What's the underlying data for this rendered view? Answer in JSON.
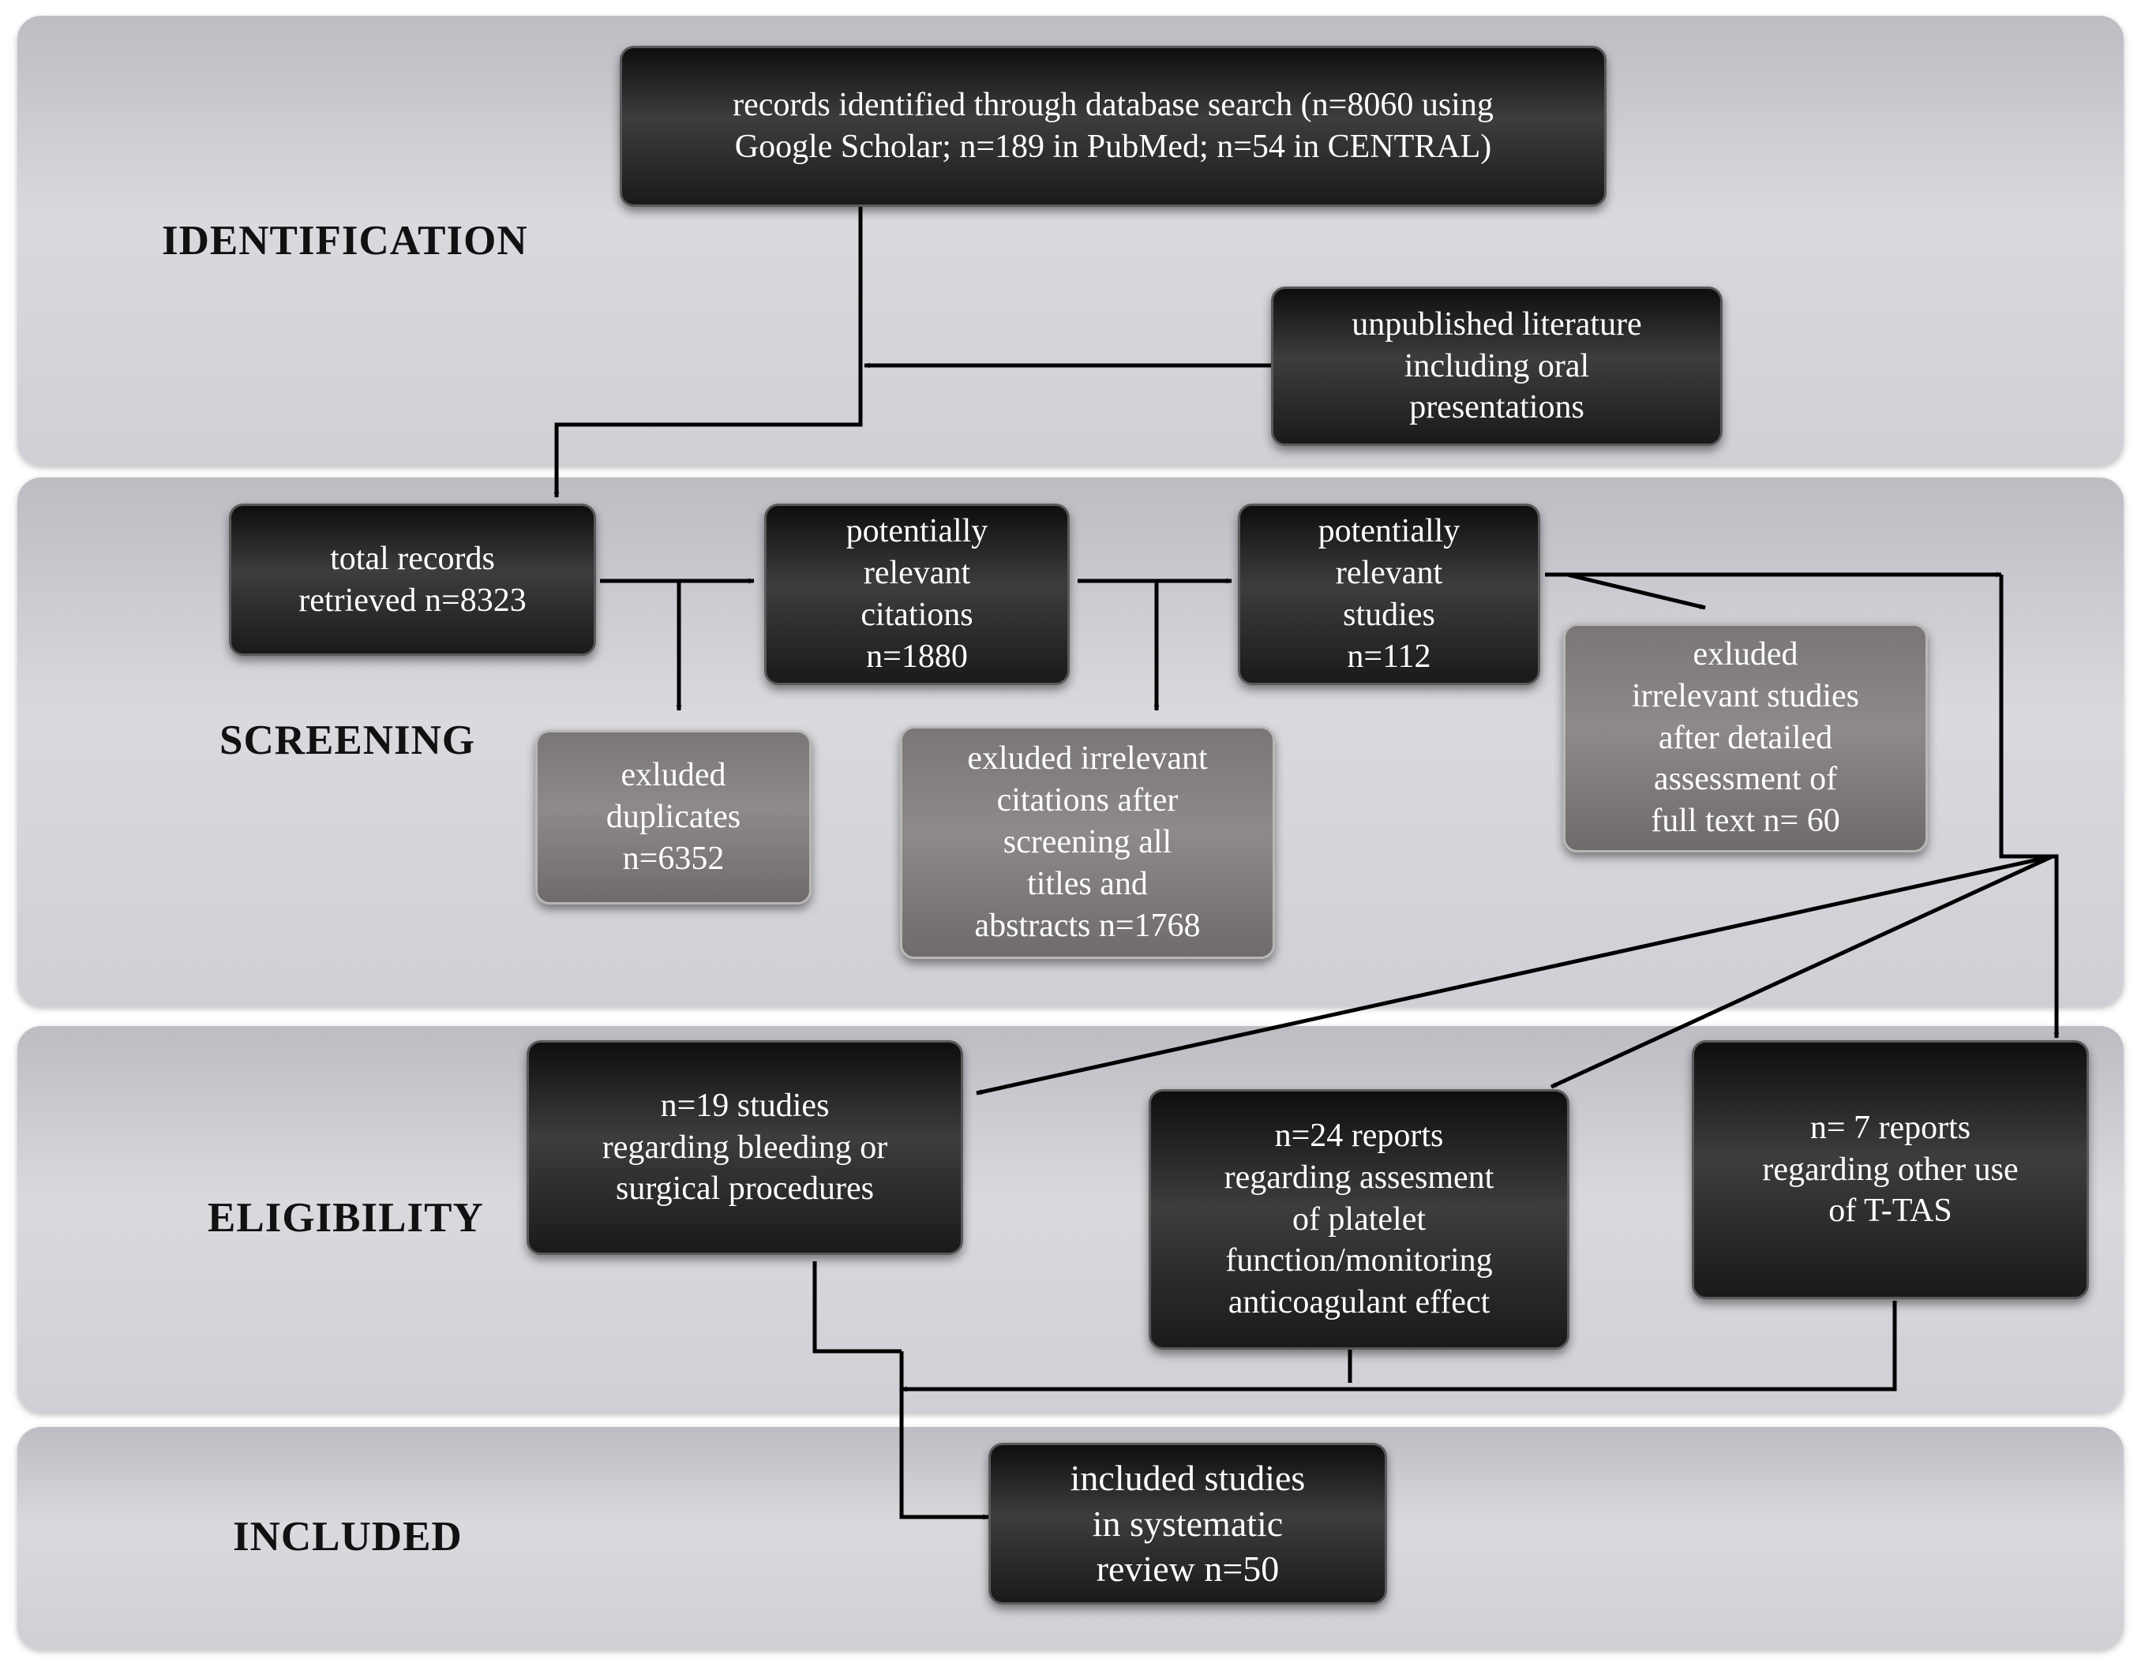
{
  "stages": {
    "identification": "IDENTIFICATION",
    "screening": "SCREENING",
    "eligibility": "ELIGIBILITY",
    "included": "INCLUDED"
  },
  "boxes": {
    "database_search": "records identified through database search (n=8060 using\nGoogle Scholar; n=189 in PubMed; n=54 in CENTRAL)",
    "unpublished": "unpublished literature\nincluding oral\npresentations",
    "total_records": "total records\nretrieved n=8323",
    "excluded_duplicates": "exluded\nduplicates\nn=6352",
    "relevant_citations": "potentially\nrelevant\ncitations\nn=1880",
    "excluded_citations": "exluded irrelevant\ncitations after\nscreening all\ntitles and\nabstracts n=1768",
    "relevant_studies": "potentially\nrelevant\nstudies\nn=112",
    "excluded_studies": "exluded\nirrelevant studies\nafter detailed\nassessment of\nfull text n= 60",
    "bleeding": "n=19 studies\nregarding bleeding or\nsurgical procedures",
    "platelet": "n=24 reports\nregarding assesment\nof platelet\nfunction/monitoring\nanticoagulant effect",
    "other_use": "n= 7 reports\nregarding other use\nof T-TAS",
    "included_studies": "included studies\nin systematic\nreview n=50"
  },
  "colors": {
    "dark_box": "#1e1e1e",
    "gray_box": "#858080",
    "band": "#cfd0d5",
    "arrow": "#000000"
  }
}
